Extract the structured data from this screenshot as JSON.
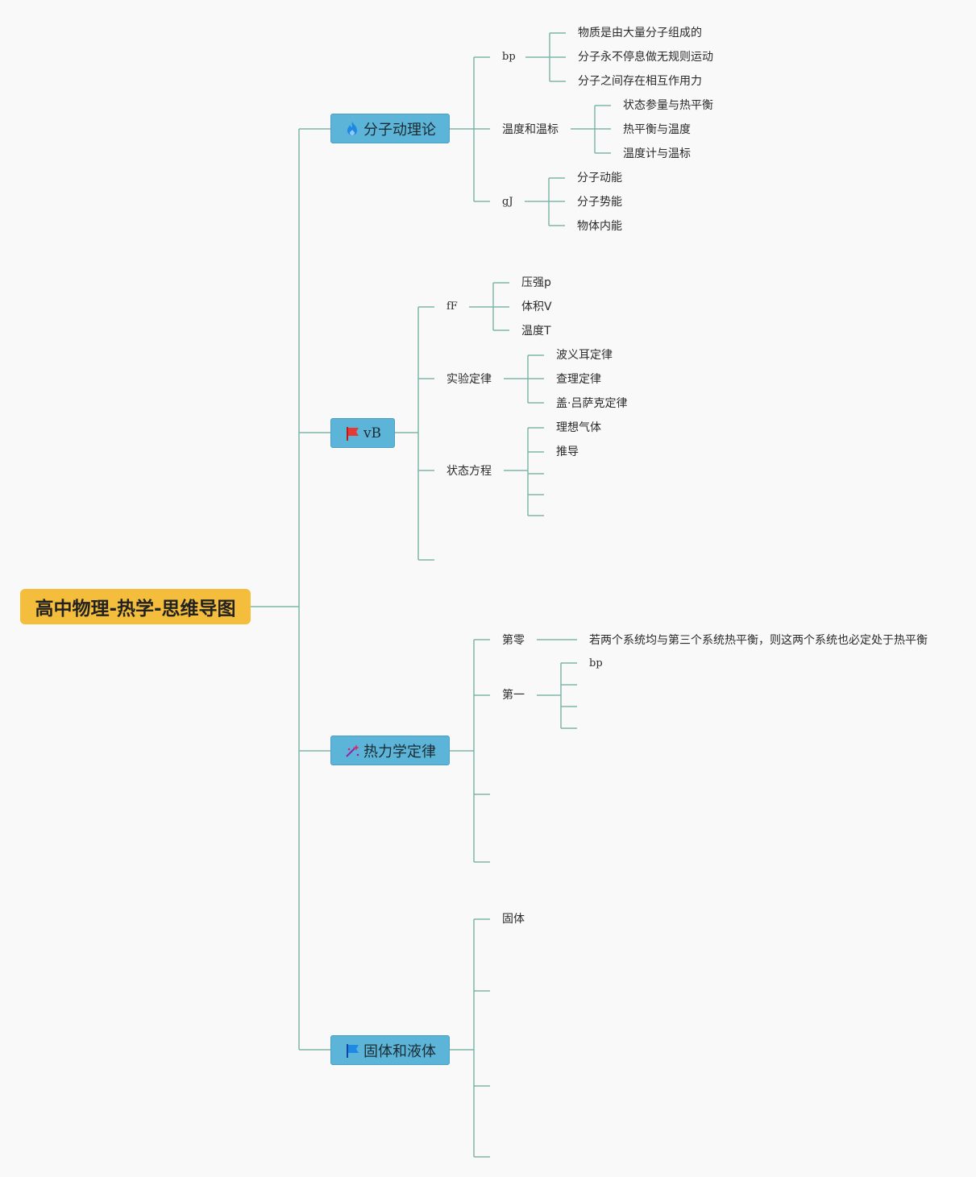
{
  "root": {
    "label": "高中物理-热学-思维导图"
  },
  "branches": [
    {
      "label": "分子动理论",
      "icon": "flame-icon",
      "children": [
        {
          "label": "bp",
          "children": [
            "物质是由大量分子组成的",
            "分子永不停息做无规则运动",
            "分子之间存在相互作用力"
          ]
        },
        {
          "label": "温度和温标",
          "children": [
            "状态参量与热平衡",
            "热平衡与温度",
            "温度计与温标"
          ]
        },
        {
          "label": "gJ",
          "children": [
            "分子动能",
            "分子势能",
            "物体内能"
          ]
        }
      ]
    },
    {
      "label": "vB",
      "icon": "red-flag-icon",
      "children": [
        {
          "label": "fF",
          "children": [
            "压强p",
            "体积V",
            "温度T"
          ]
        },
        {
          "label": "实验定律",
          "children": [
            "波义耳定律",
            "查理定律",
            "盖·吕萨克定律"
          ]
        },
        {
          "label": "状态方程",
          "children": [
            "理想气体",
            "推导",
            "",
            "",
            ""
          ]
        },
        {
          "label": "",
          "children": []
        }
      ]
    },
    {
      "label": "热力学定律",
      "icon": "sparkle-wand-icon",
      "children": [
        {
          "label": "第零",
          "children": [
            "若两个系统均与第三个系统热平衡，则这两个系统也必定处于热平衡"
          ]
        },
        {
          "label": "第一",
          "children": [
            "bp",
            "",
            "",
            ""
          ]
        },
        {
          "label": "",
          "children": []
        },
        {
          "label": "",
          "children": []
        }
      ]
    },
    {
      "label": "固体和液体",
      "icon": "blue-flag-icon",
      "children": [
        {
          "label": "固体",
          "children": []
        },
        {
          "label": "",
          "children": []
        },
        {
          "label": "",
          "children": []
        },
        {
          "label": "",
          "children": []
        }
      ]
    }
  ]
}
